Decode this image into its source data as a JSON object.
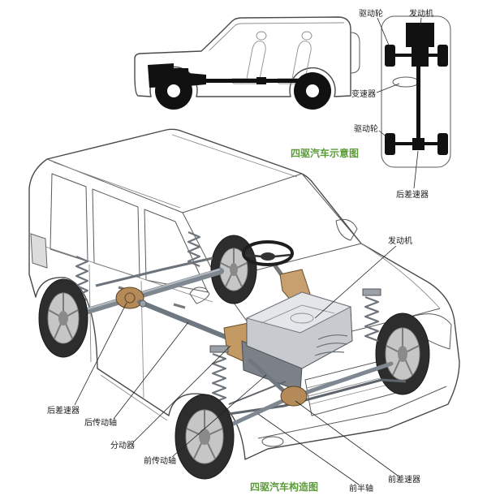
{
  "schematic": {
    "caption": "四驱汽车示意图",
    "labels": {
      "front_drive_wheel": "驱动轮",
      "engine": "发动机",
      "transmission": "变速器",
      "rear_drive_wheel": "驱动轮",
      "rear_differential": "后差速器"
    }
  },
  "cutaway": {
    "caption": "四驱汽车构造图",
    "labels": {
      "engine": "发动机",
      "rear_differential": "后差速器",
      "rear_driveshaft": "后传动轴",
      "transfer_case": "分动器",
      "front_driveshaft": "前传动轴",
      "front_half_shaft": "前半轴",
      "front_differential": "前差速器"
    }
  },
  "colors": {
    "caption": "#5c9a3a",
    "schematic_drivetrain": "#111111",
    "differential": "#b48a58",
    "transfer_case": "#c39a63",
    "steering_housing": "#c8a070",
    "engine_cover": "#c7cace"
  }
}
